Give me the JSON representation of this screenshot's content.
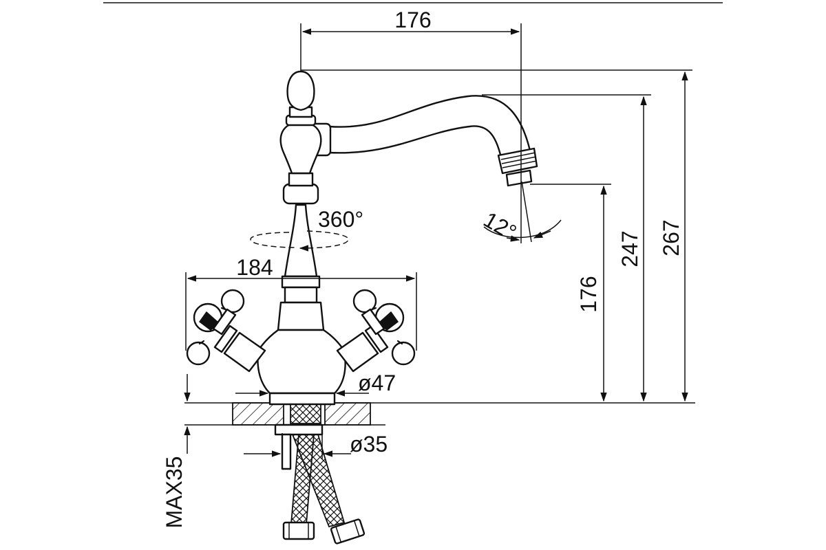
{
  "dimensions": {
    "spout_reach": "176",
    "handle_span": "184",
    "swivel": "360°",
    "aerator_angle": "12°",
    "outlet_height": "176",
    "spout_height": "247",
    "total_height": "267",
    "base_diameter": "ø47",
    "hole_diameter": "ø35",
    "max_countertop": "MAX35"
  }
}
